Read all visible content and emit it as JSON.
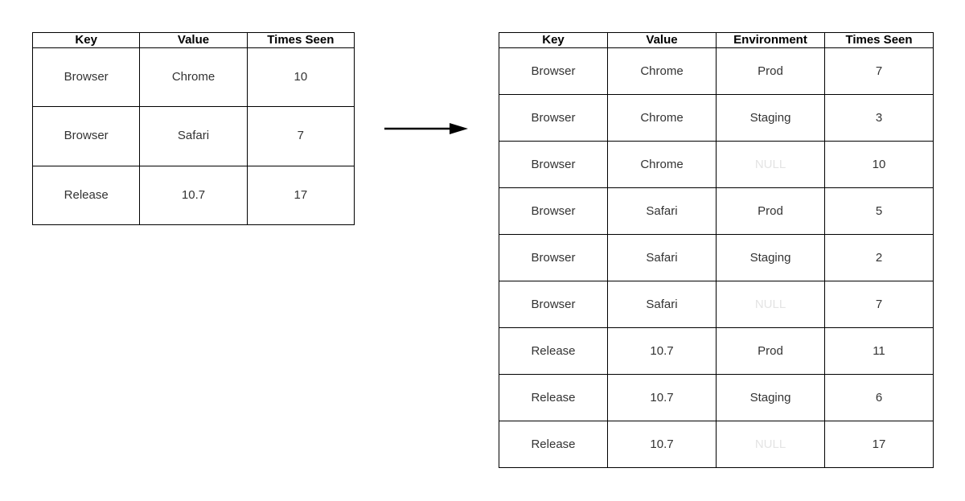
{
  "diagram": {
    "left_table": {
      "name": "before-table",
      "headers": [
        "Key",
        "Value",
        "Times Seen"
      ],
      "rows": [
        [
          "Browser",
          "Chrome",
          "10"
        ],
        [
          "Browser",
          "Safari",
          "7"
        ],
        [
          "Release",
          "10.7",
          "17"
        ]
      ]
    },
    "arrow": "right-arrow",
    "right_table": {
      "name": "after-table",
      "headers": [
        "Key",
        "Value",
        "Environment",
        "Times Seen"
      ],
      "rows": [
        [
          "Browser",
          "Chrome",
          "Prod",
          "7"
        ],
        [
          "Browser",
          "Chrome",
          "Staging",
          "3"
        ],
        [
          "Browser",
          "Chrome",
          {
            "text": "NULL",
            "muted": true
          },
          "10"
        ],
        [
          "Browser",
          "Safari",
          "Prod",
          "5"
        ],
        [
          "Browser",
          "Safari",
          "Staging",
          "2"
        ],
        [
          "Browser",
          "Safari",
          {
            "text": "NULL",
            "muted": true
          },
          "7"
        ],
        [
          "Release",
          "10.7",
          "Prod",
          "11"
        ],
        [
          "Release",
          "10.7",
          "Staging",
          "6"
        ],
        [
          "Release",
          "10.7",
          {
            "text": "NULL",
            "muted": true
          },
          "17"
        ]
      ]
    }
  },
  "colors": {
    "background": "#ffffff",
    "border": "#000000",
    "header_text": "#000000",
    "body_text": "#333333",
    "null_text": "#e4e4e4"
  }
}
